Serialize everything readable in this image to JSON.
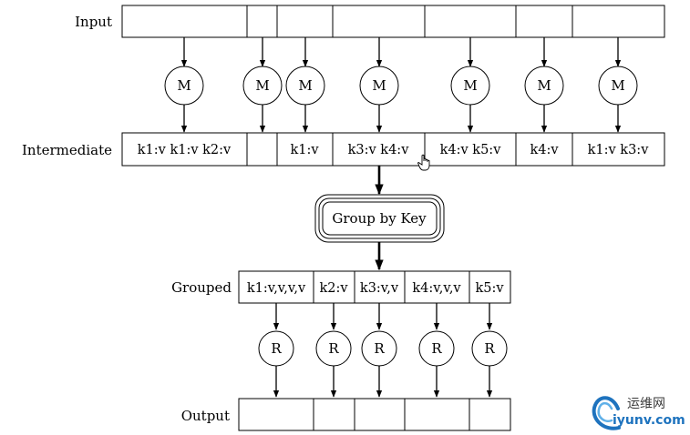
{
  "rows": {
    "input": {
      "label": "Input",
      "cells": [
        "",
        "",
        "",
        "",
        "",
        "",
        ""
      ]
    },
    "intermediate": {
      "label": "Intermediate",
      "cells": [
        "k1:v k1:v k2:v",
        "",
        "k1:v",
        "k3:v k4:v",
        "k4:v k5:v",
        "k4:v",
        "k1:v k3:v"
      ]
    },
    "grouped": {
      "label": "Grouped",
      "cells": [
        "k1:v,v,v,v",
        "k2:v",
        "k3:v,v",
        "k4:v,v,v",
        "k5:v"
      ]
    },
    "output": {
      "label": "Output",
      "cells": [
        "",
        "",
        "",
        "",
        ""
      ]
    }
  },
  "map_nodes": [
    "M",
    "M",
    "M",
    "M",
    "M",
    "M",
    "M"
  ],
  "reduce_nodes": [
    "R",
    "R",
    "R",
    "R",
    "R"
  ],
  "group_box": {
    "label": "Group by Key"
  },
  "watermark": {
    "text_cn": "运维网",
    "text_en": "iyunv.com"
  }
}
